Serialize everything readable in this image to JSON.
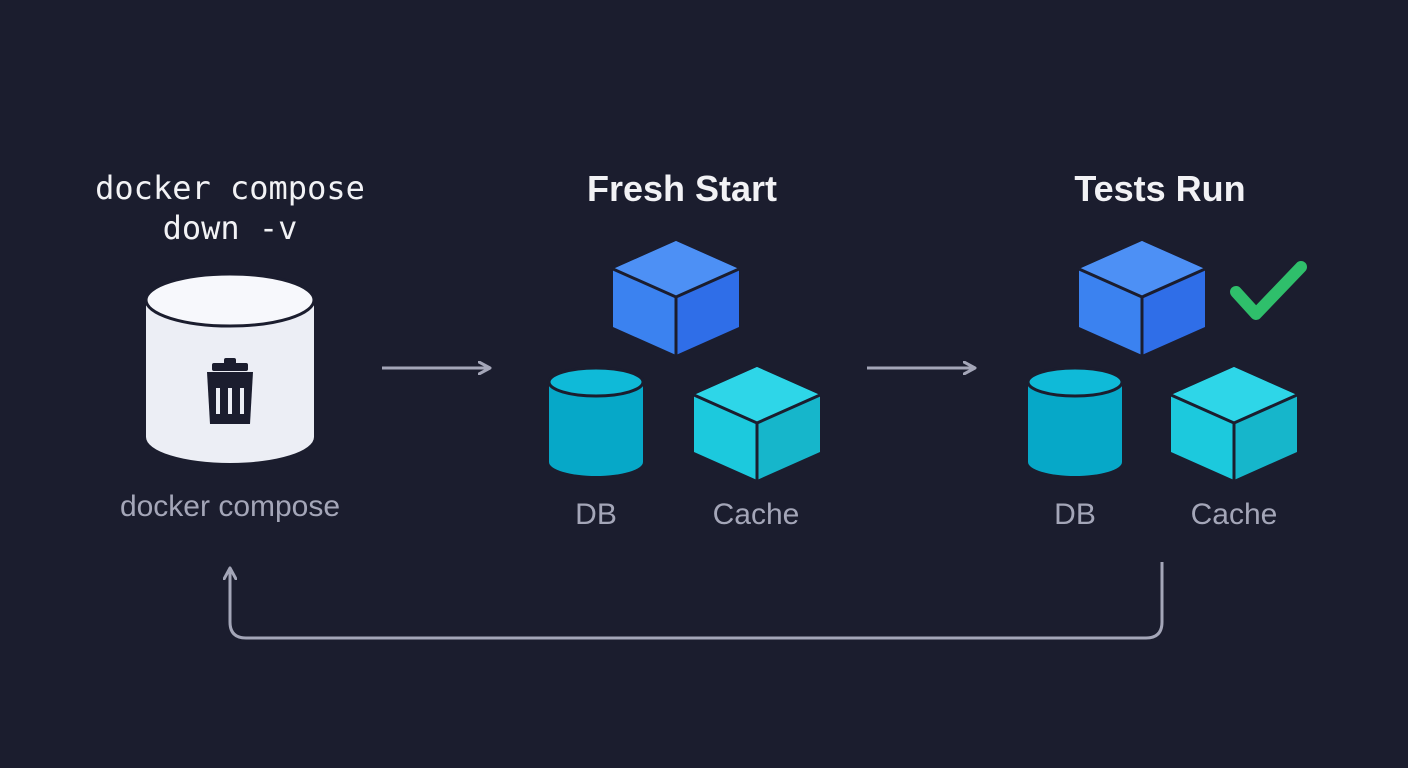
{
  "stage1": {
    "command": "docker compose\ndown -v",
    "caption": "docker compose",
    "icon": "trash-icon"
  },
  "stage2": {
    "title": "Fresh Start",
    "db_label": "DB",
    "cache_label": "Cache"
  },
  "stage3": {
    "title": "Tests Run",
    "db_label": "DB",
    "cache_label": "Cache",
    "status_icon": "check-icon"
  },
  "colors": {
    "background": "#1b1d2e",
    "cube_blue": "#3b82f0",
    "cube_teal": "#1cc9dd",
    "db_cyan": "#06b0d0",
    "check_green": "#2fbf6b",
    "arrow_gray": "#a4a6b8"
  }
}
